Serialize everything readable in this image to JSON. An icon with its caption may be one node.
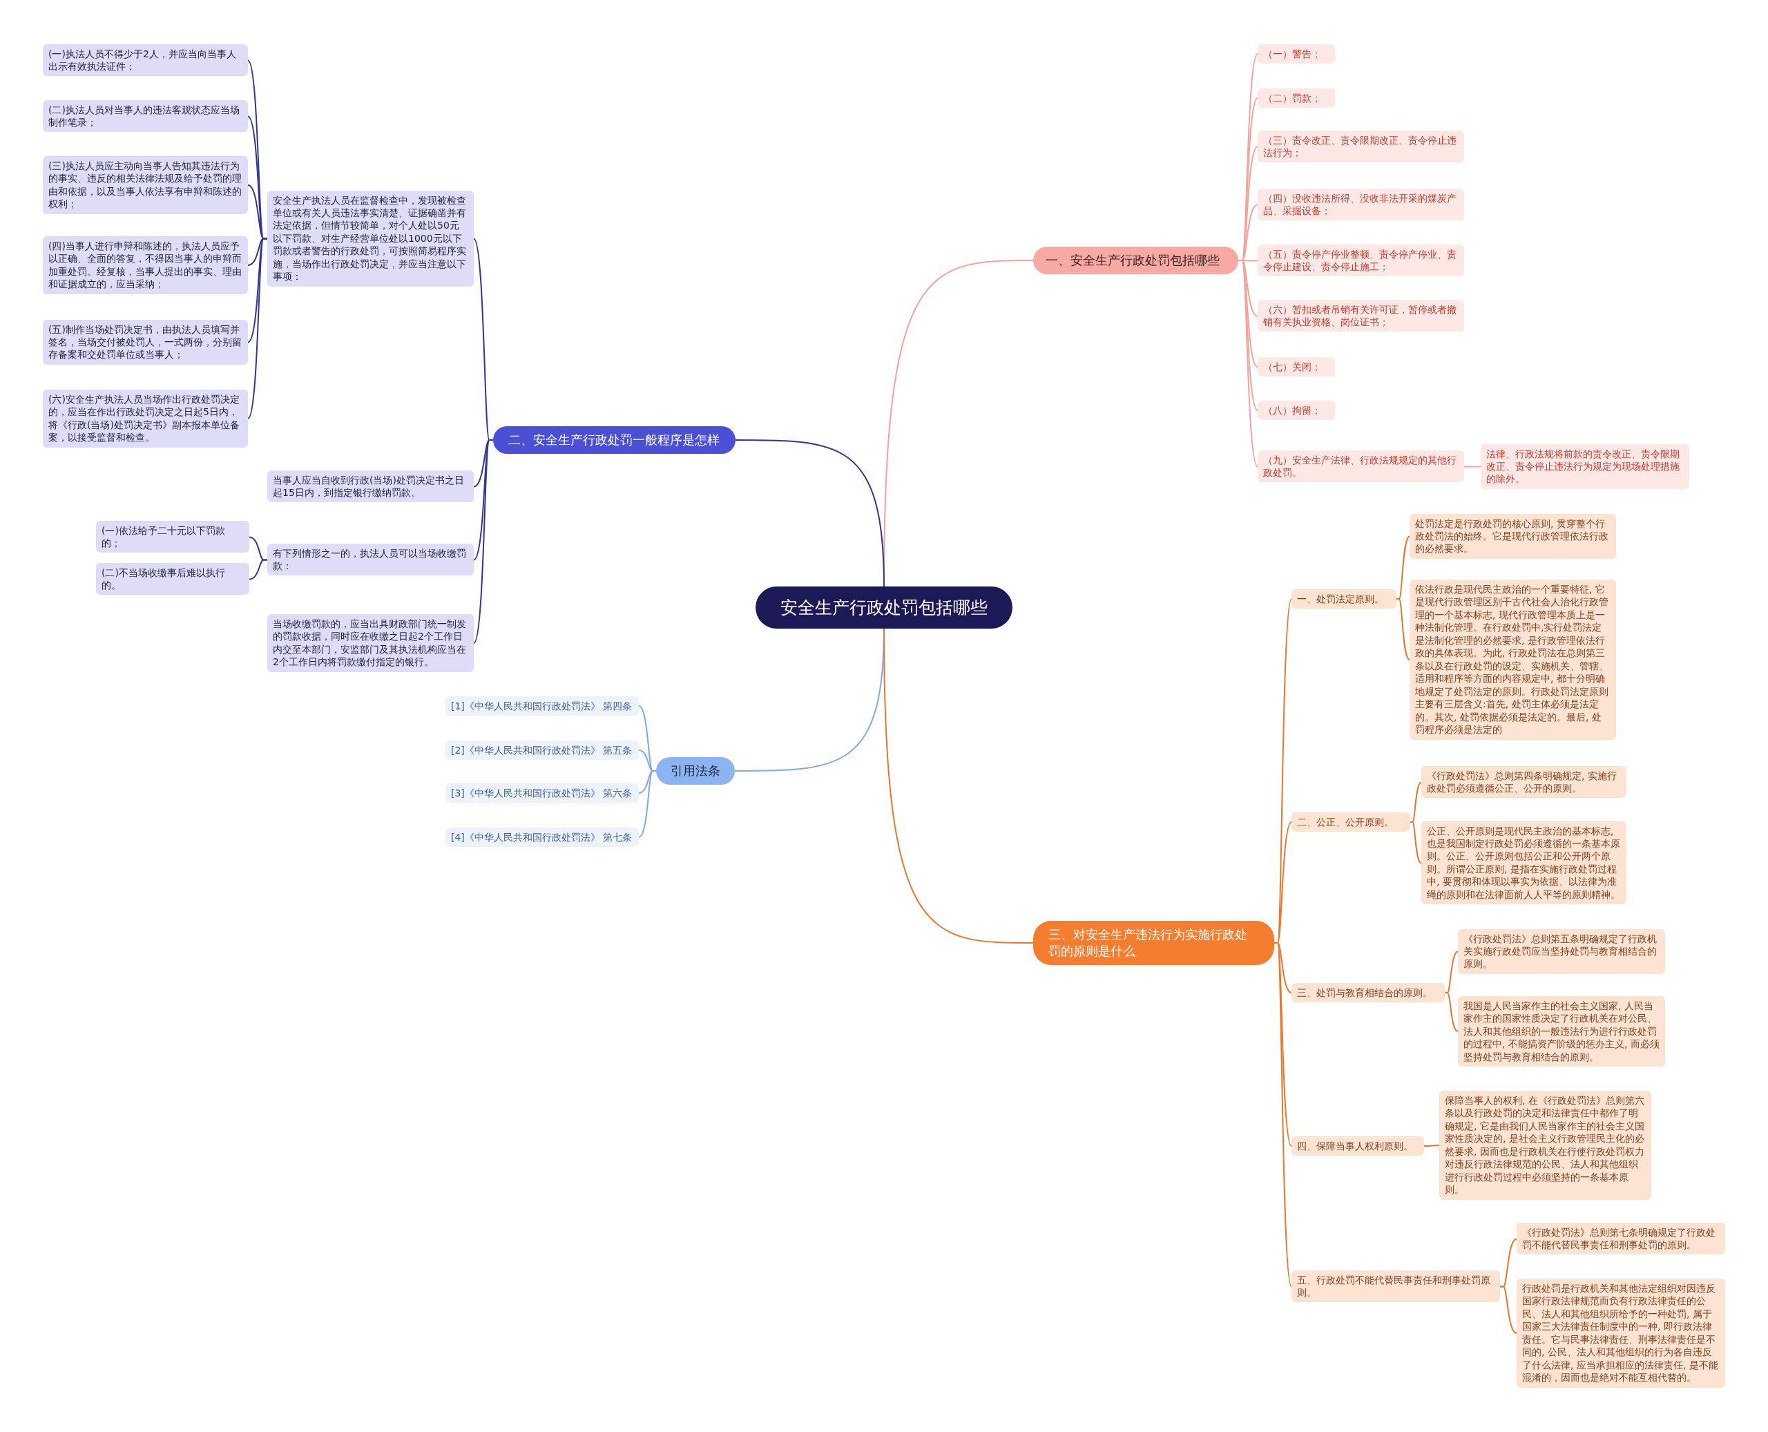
{
  "diagram": {
    "nodes": [
      {
        "text": [
          "安全生产行政处罚包括哪些"
        ]
      },
      {
        "text": [
          "一、安全生产行政处罚包括哪些"
        ]
      },
      {
        "text": [
          "（一）警告；"
        ]
      },
      {
        "text": [
          "（二）罚款；"
        ]
      },
      {
        "text": [
          "（三）责令改正、责令限期改正、责令停止违法行为；"
        ]
      },
      {
        "text": [
          "（四）没收违法所得、没收非法开采的煤炭产品、采掘设备；"
        ]
      },
      {
        "text": [
          "（五）责令停产停业整顿、责令停产停业、责令停止建设、责令停止施工；"
        ]
      },
      {
        "text": [
          "（六）暂扣或者吊销有关许可证，暂停或者撤销有关执业资格、岗位证书；"
        ]
      },
      {
        "text": [
          "（七）关闭；"
        ]
      },
      {
        "text": [
          "（八）拘留；"
        ]
      },
      {
        "text": [
          "（九）安全生产法律、行政法规规定的其他行政处罚。"
        ]
      },
      {
        "text": [
          "法律、行政法规将前款的责令改正、责令限期改正、责令停止违法行为规定为现场处理措施的除外。"
        ]
      },
      {
        "text": [
          "二、安全生产行政处罚一般程序是怎样"
        ]
      },
      {
        "text": [
          "安全生产执法人员在监督检查中，发现被检查单位或有关人员违法事实清楚、证据确凿并有法定依据，但情节较简单，对个人处以50元以下罚款、对生产经营单位处以1000元以下罚款或者警告的行政处罚，可按照简易程序实施，当场作出行政处罚决定，并应当注意以下事项："
        ]
      },
      {
        "text": [
          "(一)执法人员不得少于2人，并应当向当事人出示有效执法证件；"
        ]
      },
      {
        "text": [
          "(二)执法人员对当事人的违法客观状态应当场制作笔录；"
        ]
      },
      {
        "text": [
          "(三)执法人员应主动向当事人告知其违法行为的事实、违反的相关法律法规及给予处罚的理由和依据，以及当事人依法享有申辩和陈述的权利；"
        ]
      },
      {
        "text": [
          "(四)当事人进行申辩和陈述的，执法人员应予以正确、全面的答复，不得因当事人的申辩而加重处罚。经复核，当事人提出的事实、理由和证据成立的，应当采纳；"
        ]
      },
      {
        "text": [
          "(五)制作当场处罚决定书，由执法人员填写并签名，当场交付被处罚人，一式两份，分别留存备案和交处罚单位或当事人；"
        ]
      },
      {
        "text": [
          "(六)安全生产执法人员当场作出行政处罚决定的，应当在作出行政处罚决定之日起5日内，将《行政(当场)处罚决定书》副本报本单位备案，以接受监督和检查。"
        ]
      },
      {
        "text": [
          "当事人应当自收到行政(当场)处罚决定书之日起15日内，到指定银行缴纳罚款。"
        ]
      },
      {
        "text": [
          "有下列情形之一的，执法人员可以当场收缴罚款："
        ]
      },
      {
        "text": [
          "(一)依法给予二十元以下罚款的；"
        ]
      },
      {
        "text": [
          "(二)不当场收缴事后难以执行的。"
        ]
      },
      {
        "text": [
          "当场收缴罚款的，应当出具财政部门统一制发的罚款收据，同时应在收缴之日起2个工作日内交至本部门，安监部门及其执法机构应当在2个工作日内将罚款缴付指定的银行。"
        ]
      },
      {
        "text": [
          "引用法条"
        ]
      },
      {
        "text": [
          "[1]《中华人民共和国行政处罚法》 第四条"
        ]
      },
      {
        "text": [
          "[2]《中华人民共和国行政处罚法》 第五条"
        ]
      },
      {
        "text": [
          "[3]《中华人民共和国行政处罚法》 第六条"
        ]
      },
      {
        "text": [
          "[4]《中华人民共和国行政处罚法》 第七条"
        ]
      },
      {
        "text": [
          "三、对安全生产违法行为实施行政处罚的原则是什么"
        ]
      },
      {
        "text": [
          "一、处罚法定原则。"
        ]
      },
      {
        "text": [
          "处罚法定是行政处罚的核心原则, 贯穿整个行政处罚法的始终。它是现代行政管理依法行政的必然要求。"
        ]
      },
      {
        "text": [
          "依法行政是现代民主政治的一个重要特征, 它是现代行政管理区别干古代社会人治化行政管理的一个基本标志, 现代行政管理本质上是一种法制化管理。在行政处罚中,实行处罚法定是法制化管理的必然要求, 是行政管理依法行政的具体表现。为此, 行政处罚法在总则第三条以及在行政处罚的设定、实施机关、管辖、适用和程序等方面的内容规定中, 都十分明确地规定了处罚法定的原则。行政处罚法定原则主要有三层含义:首先, 处罚主体必须是法定的。其次, 处罚依据必须是法定的。最后, 处罚程序必须是法定的"
        ]
      },
      {
        "text": [
          "二、公正、公开原则。"
        ]
      },
      {
        "text": [
          "《行政处罚法》总则第四条明确规定, 实施行政处罚必须遵循公正、公开的原则。"
        ]
      },
      {
        "text": [
          "公正、公开原则是现代民主政治的基本标志, 也是我国制定行政处罚必须遵循的一条基本原则。公正、公开原则包括公正和公开两个原则。所谓公正原则, 是指在实施行政处罚过程中, 要贯彻和体现以事实为依据、以法律为准绳的原则和在法律面前人人平等的原则精神。"
        ]
      },
      {
        "text": [
          "三、处罚与教育相结合的原则。"
        ]
      },
      {
        "text": [
          "《行政处罚法》总则第五条明确规定了行政机关实施行政处罚应当坚持处罚与教育相结合的原则。"
        ]
      },
      {
        "text": [
          "我国是人民当家作主的社会主义国家, 人民当家作主的国家性质决定了行政机关在对公民、法人和其他组织的一般违法行为进行行政处罚的过程中, 不能搞资产阶级的惩办主义, 而必须坚持处罚与教育相结合的原则。"
        ]
      },
      {
        "text": [
          "四、保障当事人权利原则。"
        ]
      },
      {
        "text": [
          "保障当事人的权利, 在《行政处罚法》总则第六条以及行政处罚的决定和法律责任中都作了明确规定, 它是由我们人民当家作主的社会主义国家性质决定的, 是社会主义行政管理民主化的必然要求, 因而也是行政机关在行使行政处罚权力对违反行政法律规范的公民、法人和其他组织进行行政处罚过程中必须坚持的一条基本原则。"
        ]
      },
      {
        "text": [
          "五、行政处罚不能代替民事责任和刑事处罚原则。"
        ]
      },
      {
        "text": [
          "《行政处罚法》总则第七条明确规定了行政处罚不能代替民事责任和刑事处罚的原则。"
        ]
      },
      {
        "text": [
          "行政处罚是行政机关和其他法定组织对因违反国家行政法律规范而负有行政法律责任的公民、法人和其他组织所给予的一种处罚, 属于国家三大法律责任制度中的一种, 即行政法律责任。它与民事法律责任、刑事法律责任是不同的, 公民、法人和其他组织的行为各自违反了什么法律, 应当承担相应的法律责任, 是不能混淆的，因而也是绝对不能互相代替的。"
        ]
      }
    ],
    "edges": [
      {
        "from": 0,
        "to": 1,
        "arrow": "none",
        "color": "#f2a39c"
      },
      {
        "from": 1,
        "to": 2,
        "arrow": "none",
        "color": "#f2a39c"
      },
      {
        "from": 1,
        "to": 3,
        "arrow": "none",
        "color": "#f2a39c"
      },
      {
        "from": 1,
        "to": 4,
        "arrow": "none",
        "color": "#f2a39c"
      },
      {
        "from": 1,
        "to": 5,
        "arrow": "none",
        "color": "#f2a39c"
      },
      {
        "from": 1,
        "to": 6,
        "arrow": "none",
        "color": "#f2a39c"
      },
      {
        "from": 1,
        "to": 7,
        "arrow": "none",
        "color": "#f2a39c"
      },
      {
        "from": 1,
        "to": 8,
        "arrow": "none",
        "color": "#f2a39c"
      },
      {
        "from": 1,
        "to": 9,
        "arrow": "none",
        "color": "#f2a39c"
      },
      {
        "from": 1,
        "to": 10,
        "arrow": "none",
        "color": "#f2a39c"
      },
      {
        "from": 10,
        "to": 11,
        "arrow": "none",
        "color": "#f2a39c"
      },
      {
        "from": 0,
        "to": 12,
        "arrow": "none",
        "color": "#2f3596"
      },
      {
        "from": 12,
        "to": 13,
        "arrow": "none",
        "color": "#2f3596"
      },
      {
        "from": 13,
        "to": 14,
        "arrow": "none",
        "color": "#2f3596"
      },
      {
        "from": 13,
        "to": 15,
        "arrow": "none",
        "color": "#2f3596"
      },
      {
        "from": 13,
        "to": 16,
        "arrow": "none",
        "color": "#2f3596"
      },
      {
        "from": 13,
        "to": 17,
        "arrow": "none",
        "color": "#2f3596"
      },
      {
        "from": 13,
        "to": 18,
        "arrow": "none",
        "color": "#2f3596"
      },
      {
        "from": 13,
        "to": 19,
        "arrow": "none",
        "color": "#2f3596"
      },
      {
        "from": 12,
        "to": 20,
        "arrow": "none",
        "color": "#2f3596"
      },
      {
        "from": 12,
        "to": 21,
        "arrow": "none",
        "color": "#2f3596"
      },
      {
        "from": 21,
        "to": 22,
        "arrow": "none",
        "color": "#2f3596"
      },
      {
        "from": 21,
        "to": 23,
        "arrow": "none",
        "color": "#2f3596"
      },
      {
        "from": 12,
        "to": 24,
        "arrow": "none",
        "color": "#2f3596"
      },
      {
        "from": 0,
        "to": 25,
        "arrow": "none",
        "color": "#7fa8e6"
      },
      {
        "from": 25,
        "to": 26,
        "arrow": "none",
        "color": "#7fa8e6"
      },
      {
        "from": 25,
        "to": 27,
        "arrow": "none",
        "color": "#7fa8e6"
      },
      {
        "from": 25,
        "to": 28,
        "arrow": "none",
        "color": "#7fa8e6"
      },
      {
        "from": 25,
        "to": 29,
        "arrow": "none",
        "color": "#7fa8e6"
      },
      {
        "from": 0,
        "to": 30,
        "arrow": "none",
        "color": "#e8772f"
      },
      {
        "from": 30,
        "to": 31,
        "arrow": "none",
        "color": "#e8772f"
      },
      {
        "from": 31,
        "to": 32,
        "arrow": "none",
        "color": "#e8772f"
      },
      {
        "from": 31,
        "to": 33,
        "arrow": "none",
        "color": "#e8772f"
      },
      {
        "from": 30,
        "to": 34,
        "arrow": "none",
        "color": "#e8772f"
      },
      {
        "from": 34,
        "to": 35,
        "arrow": "none",
        "color": "#e8772f"
      },
      {
        "from": 34,
        "to": 36,
        "arrow": "none",
        "color": "#e8772f"
      },
      {
        "from": 30,
        "to": 37,
        "arrow": "none",
        "color": "#e8772f"
      },
      {
        "from": 37,
        "to": 38,
        "arrow": "none",
        "color": "#e8772f"
      },
      {
        "from": 37,
        "to": 39,
        "arrow": "none",
        "color": "#e8772f"
      },
      {
        "from": 30,
        "to": 40,
        "arrow": "none",
        "color": "#e8772f"
      },
      {
        "from": 40,
        "to": 41,
        "arrow": "none",
        "color": "#e8772f"
      },
      {
        "from": 30,
        "to": 42,
        "arrow": "none",
        "color": "#e8772f"
      },
      {
        "from": 42,
        "to": 43,
        "arrow": "none",
        "color": "#e8772f"
      },
      {
        "from": 42,
        "to": 44,
        "arrow": "none",
        "color": "#e8772f"
      }
    ]
  }
}
